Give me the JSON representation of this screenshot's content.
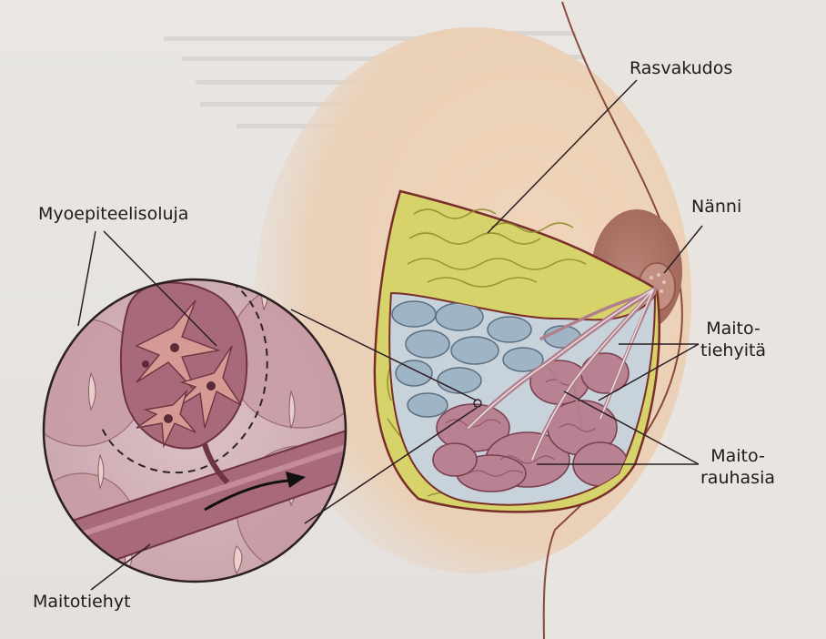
{
  "labels": {
    "fat_tissue": "Rasvakudos",
    "nipple": "Nänni",
    "myoepithelial": "Myoepiteelisoluja",
    "ducts_line1": "Maito-",
    "ducts_line2": "tiehyitä",
    "glands_line1": "Maito-",
    "glands_line2": "rauhasia",
    "duct": "Maitotiehyt"
  },
  "colors": {
    "skin": "#ecd2b8",
    "fat": "#d5d36a",
    "gland": "#b98293",
    "lobule": "#9fb5c6",
    "outline": "#7a2e2a"
  }
}
